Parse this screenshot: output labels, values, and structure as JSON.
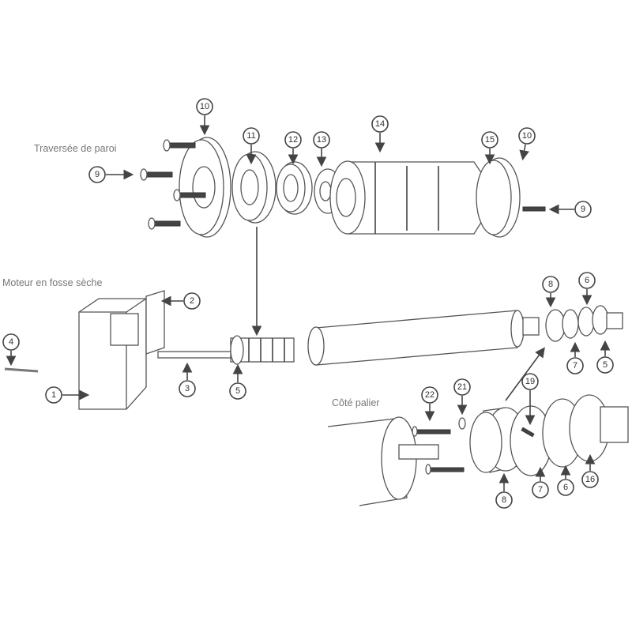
{
  "sections": {
    "wall_passage": "Traversée de paroi",
    "dry_pit_motor": "Moteur en fosse sèche",
    "bearing_side": "Côté palier"
  },
  "callouts": [
    "1",
    "2",
    "3",
    "4",
    "5",
    "9",
    "10",
    "11",
    "12",
    "13",
    "14",
    "15",
    "10",
    "9",
    "8",
    "6",
    "7",
    "5",
    "22",
    "21",
    "19",
    "8",
    "7",
    "6",
    "16"
  ]
}
